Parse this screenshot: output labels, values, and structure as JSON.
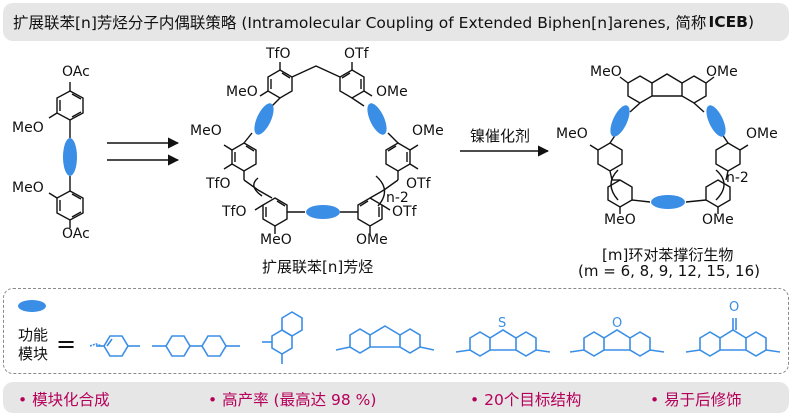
{
  "title": {
    "main": "扩展联苯[n]芳烃分子内偶联策略 (Intramolecular Coupling of Extended Biphen[n]arenes, 简称",
    "bold": "ICEB",
    "close": ")"
  },
  "monomer": {
    "oac_top": "OAc",
    "meo_top": "MeO",
    "meo_bottom": "MeO",
    "oac_bottom": "OAc"
  },
  "macrocycle": {
    "tfo_top": "TfO",
    "otf_top": "OTf",
    "meo_tl": "MeO",
    "ome_tr": "OMe",
    "meo_ml": "MeO",
    "ome_mr": "OMe",
    "tfo_ml": "TfO",
    "otf_mr": "OTf",
    "n_label": "n-2",
    "tfo_bl": "TfO",
    "otf_br": "OTf",
    "meo_bl": "MeO",
    "ome_br": "OMe",
    "caption": "扩展联苯[n]芳烃"
  },
  "reaction": {
    "reagent": "镍催化剂"
  },
  "product": {
    "meo_tl": "MeO",
    "ome_tr": "OMe",
    "meo_ml": "MeO",
    "ome_mr": "OMe",
    "meo_bl": "MeO",
    "ome_br": "OMe",
    "n_label": "n-2",
    "caption_line1": "[m]环对苯撑衍生物",
    "caption_line2": "(m = 6, 8, 9, 12, 15, 16)"
  },
  "modules": {
    "label_line1": "功能",
    "label_line2": "模块",
    "equals": "=",
    "heteroatom_s": "S",
    "heteroatom_o": "O",
    "carbonyl_o": "O"
  },
  "features": [
    {
      "bullet": "•",
      "text": "模块化合成"
    },
    {
      "bullet": "•",
      "text": "高产率 (最高达 98 %)"
    },
    {
      "bullet": "•",
      "text": "20个目标结构"
    },
    {
      "bullet": "•",
      "text": "易于后修饰"
    }
  ],
  "colors": {
    "module_blue": "#3a8ee6",
    "bullet_magenta": "#b5005a",
    "title_bg": "#e6e6e6"
  }
}
